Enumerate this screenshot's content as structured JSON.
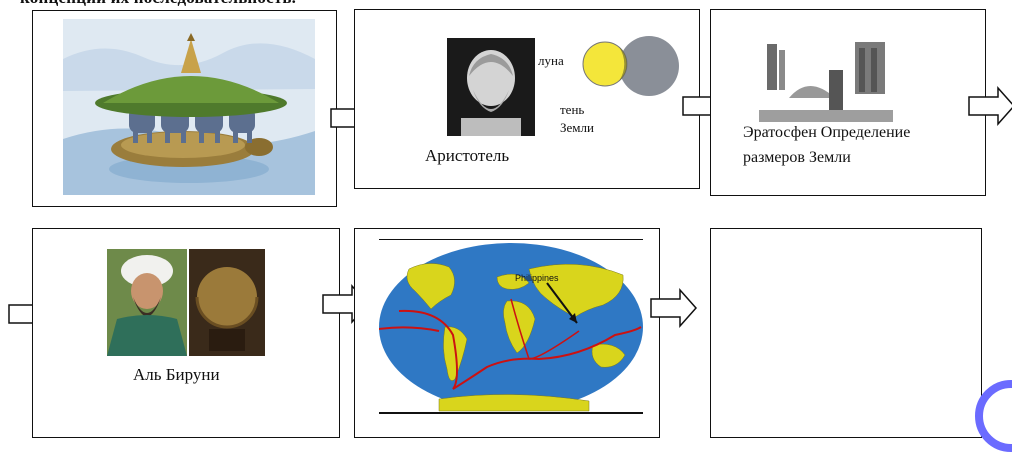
{
  "header": {
    "title": "концепции их последовательность."
  },
  "boxes": {
    "aristotle": {
      "caption": "Аристотель",
      "moon_label": "луна",
      "shadow_label_1": "тень",
      "shadow_label_2": "Земли"
    },
    "eratosthenes": {
      "caption_line1": "Эратосфен Определение",
      "caption_line2": "размеров Земли"
    },
    "biruni": {
      "caption": "Аль Бируни"
    },
    "map": {
      "label": "Philippines"
    }
  },
  "colors": {
    "ocean": "#2f78c4",
    "land": "#d9d51c",
    "route": "#cc1111",
    "moon": "#f4e63a",
    "earth_shadow": "#8a8f98"
  }
}
